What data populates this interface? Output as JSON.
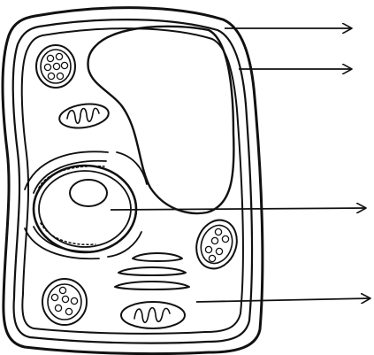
{
  "diagram": {
    "type": "plant-cell-labeling-worksheet",
    "colors": {
      "ink": "#111111",
      "background": "#ffffff"
    },
    "labels": [
      {
        "part": "cell-wall",
        "text": ""
      },
      {
        "part": "cell-membrane",
        "text": ""
      },
      {
        "part": "nucleus",
        "text": ""
      },
      {
        "part": "cytoplasm",
        "text": ""
      }
    ]
  }
}
